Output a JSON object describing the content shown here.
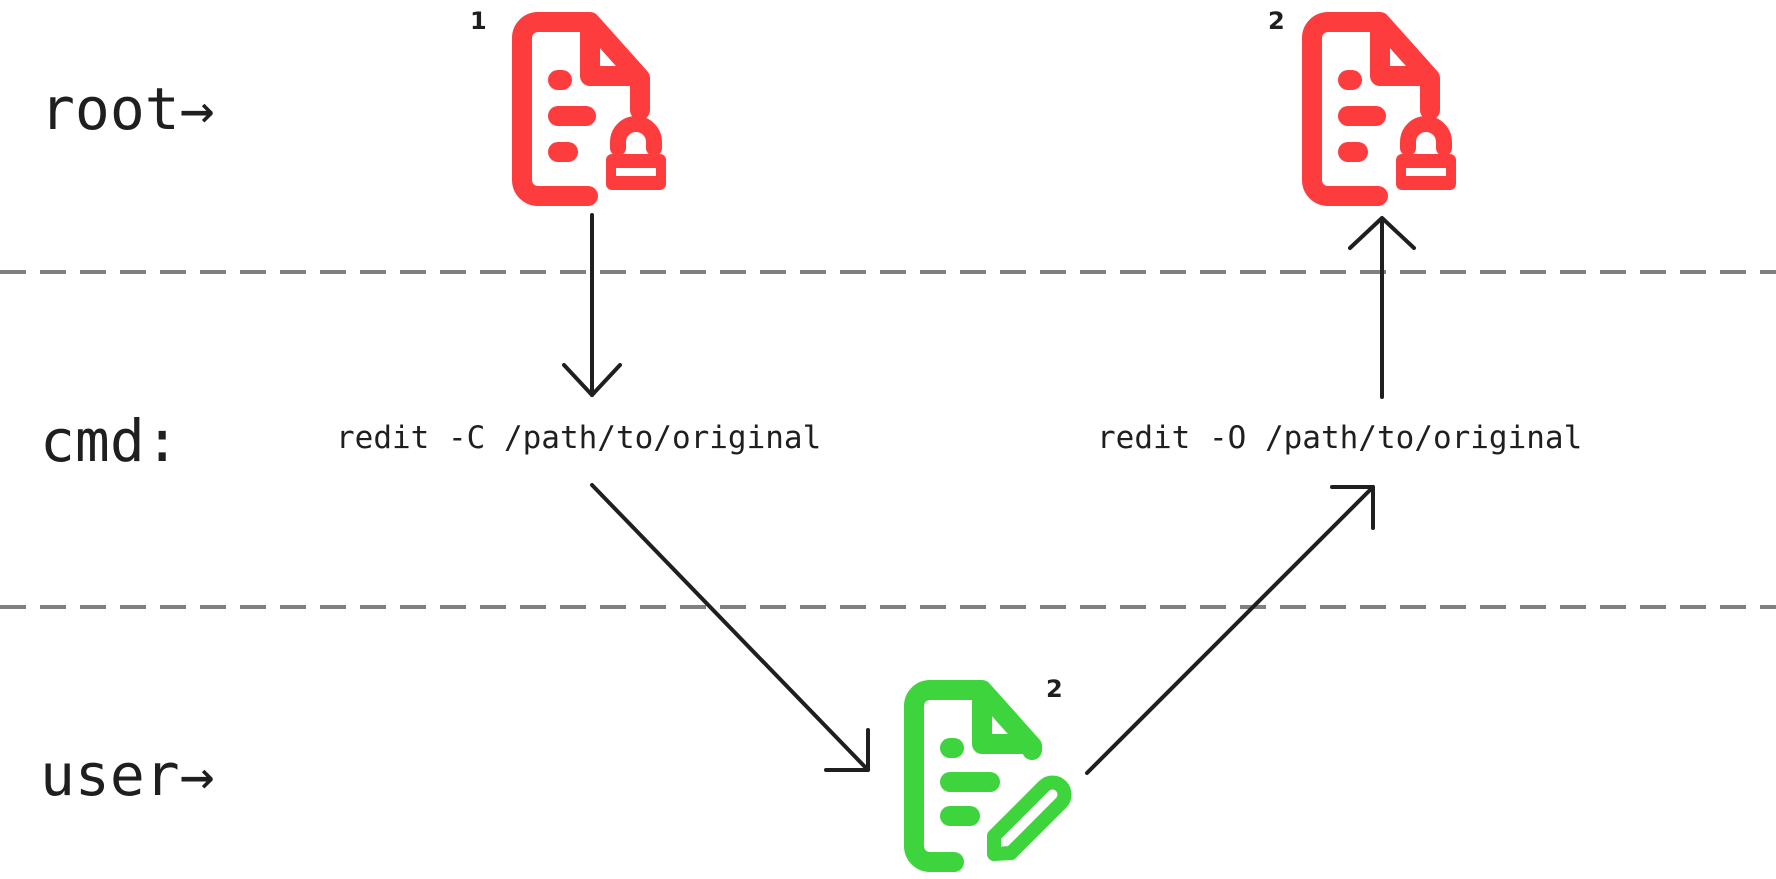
{
  "rows": {
    "root_label": "root→",
    "cmd_label": "cmd:",
    "user_label": "user→"
  },
  "commands": {
    "copy": "redit -C /path/to/original",
    "overwrite": "redit -O /path/to/original"
  },
  "files": {
    "original": {
      "badge": "1",
      "icon": "file-lock-icon",
      "color": "#fd3c3d"
    },
    "result": {
      "badge": "2",
      "icon": "file-lock-icon",
      "color": "#fd3c3d"
    },
    "editable": {
      "badge": "2",
      "icon": "file-edit-icon",
      "color": "#3ed43e"
    }
  },
  "colors": {
    "root_file": "#fd3c3d",
    "user_file": "#3ed43e",
    "separator": "#808080",
    "arrow": "#1f1f1f"
  }
}
